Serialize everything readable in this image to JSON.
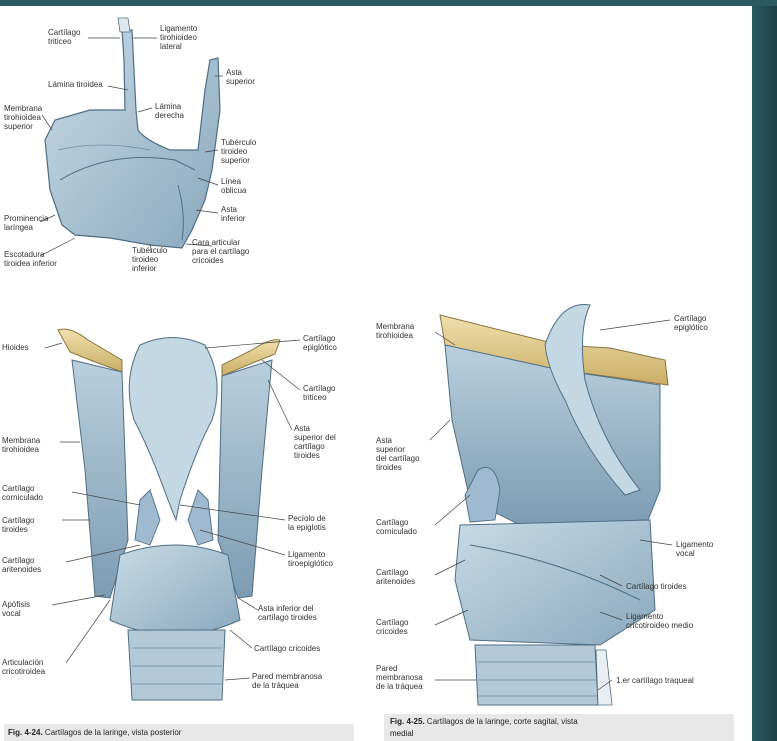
{
  "figure_top": {
    "labels": {
      "l1": "Cartílago\ntriticeo",
      "l2": "Ligamento\ntirohioideo\nlateral",
      "l3": "Asta\nsuperior",
      "l4": "Lámina tiroidea",
      "l5": "Membrana\ntirohioidea\nsuperior",
      "l6": "Lámina\nderecha",
      "l7": "Tubérculo\ntiroideo\nsuperior",
      "l8": "Línea\noblicua",
      "l9": "Asta\ninferior",
      "l10": "Prominencia\nlaríngea",
      "l11": "Escotadura\ntiroidea inferior",
      "l12": "Tubérculo\ntiroideo\ninferior",
      "l13": "Cara articular\npara el cartílago\ncricoides"
    }
  },
  "figure_24": {
    "labels": {
      "hioides": "Hioides",
      "membrana": "Membrana\ntirohioidea",
      "corniculado": "Cartílago\ncorniculado",
      "tiroides": "Cartílago\ntiroides",
      "aritenoides": "Cartílago\naritenoides",
      "apofisis": "Apófisis\nvocal",
      "articulacion": "Articulación\ncricotiroidea",
      "epiglotico": "Cartílago\nepiglótico",
      "triticeo": "Cartílago\ntriticeo",
      "asta_sup": "Asta\nsuperior del\ncartílago\ntiroides",
      "peciolo": "Pecíolo de\nla epiglotis",
      "lig_tiroepi": "Ligamento\ntiroepiglótico",
      "asta_inf": "Asta inferior del\ncartílago tiroides",
      "cricoides": "Cartílago cricoides",
      "pared": "Pared membranosa\nde la tráquea"
    },
    "caption_num": "Fig. 4-24.",
    "caption_text": "Cartílagos de la laringe, vista posterior"
  },
  "figure_25": {
    "labels": {
      "membrana": "Membrana\ntirohioidea",
      "asta_sup": "Asta\nsuperior\ndel cartílago\ntiroides",
      "corniculado": "Cartílago\ncorniculado",
      "aritenoides": "Cartílago\naritenoides",
      "cricoides": "Cartílago\ncricoides",
      "pared": "Pared\nmembranosa\nde la tráquea",
      "epiglotico": "Cartílago\nepiglótico",
      "lig_vocal": "Ligamento\nvocal",
      "tiroides": "Cartílago tiroides",
      "lig_crico": "Ligamento\ncricotiroideo medio",
      "traqueal": "1.er cartílago traqueal"
    },
    "caption_num": "Fig. 4-25.",
    "caption_text": "Cartílagos de la laringe, corte sagital, vista",
    "caption_text2": "medial"
  },
  "colors": {
    "cartilage": "#a9c3d4",
    "cartilage_dark": "#6f8fa6",
    "hyoid": "#e6d29a",
    "background_panel": "#2b5a63"
  }
}
